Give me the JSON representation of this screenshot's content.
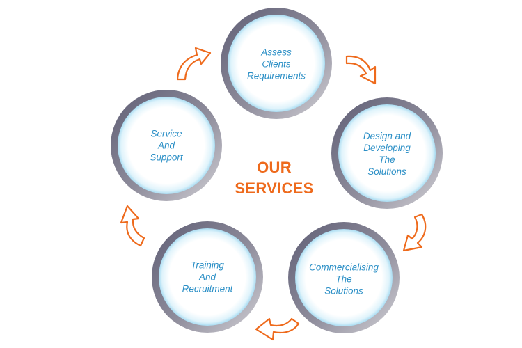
{
  "title": {
    "line1": "OUR",
    "line2": "SERVICES"
  },
  "colors": {
    "title": "#ee6a1c",
    "label": "#2b8fc6",
    "arrow": "#ee6a1c",
    "ring_dark": "#5e5d74",
    "ring_light": "#c7c6cc"
  },
  "steps": [
    {
      "id": "assess",
      "lines": [
        "Assess",
        "Clients",
        "Requirements"
      ]
    },
    {
      "id": "design",
      "lines": [
        "Design and",
        "Developing",
        "The",
        "Solutions"
      ]
    },
    {
      "id": "commercialise",
      "lines": [
        "Commercialising",
        "The",
        "Solutions"
      ]
    },
    {
      "id": "training",
      "lines": [
        "Training",
        "And",
        "Recruitment"
      ]
    },
    {
      "id": "service",
      "lines": [
        "Service",
        "And",
        "Support"
      ]
    }
  ],
  "arrows": [
    {
      "from": "service",
      "to": "assess",
      "icon": "curved-arrow-icon"
    },
    {
      "from": "assess",
      "to": "design",
      "icon": "curved-arrow-icon"
    },
    {
      "from": "design",
      "to": "commercialise",
      "icon": "curved-arrow-icon"
    },
    {
      "from": "commercialise",
      "to": "training",
      "icon": "curved-arrow-icon"
    },
    {
      "from": "training",
      "to": "service",
      "icon": "curved-arrow-icon"
    }
  ]
}
